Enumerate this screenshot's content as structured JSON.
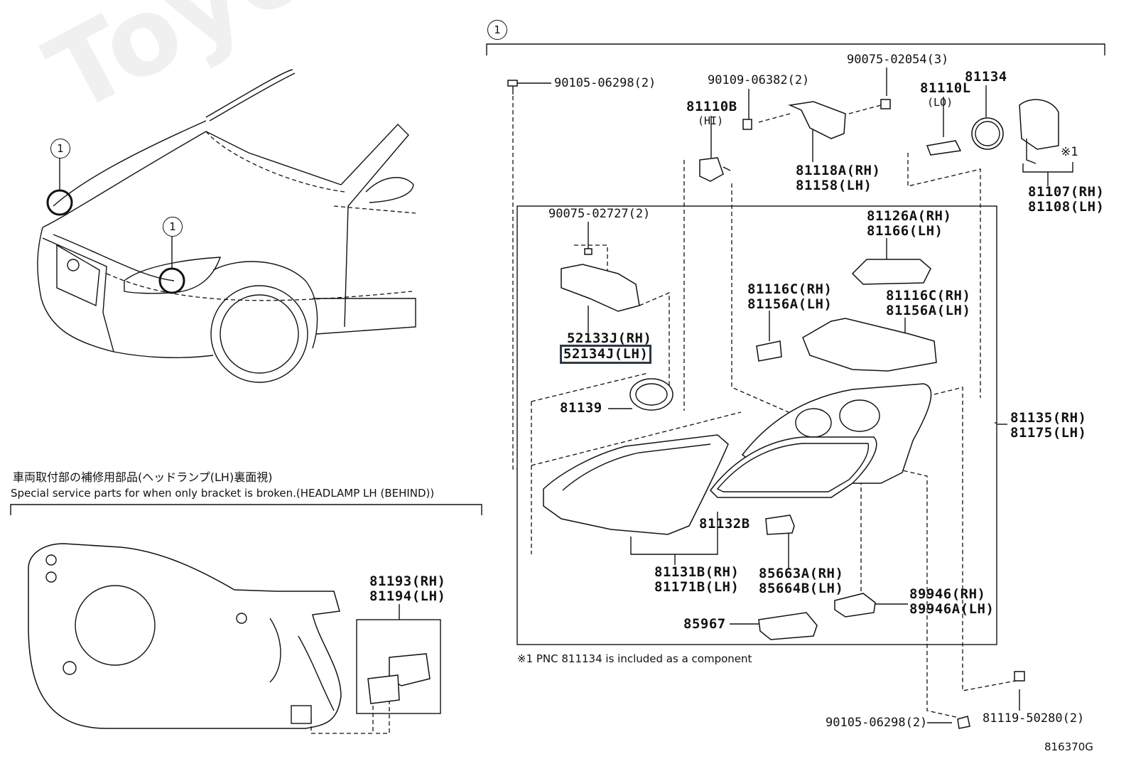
{
  "watermark": "ToyotaCanMine",
  "callout_number": "1",
  "diagram_code": "816370G",
  "note": "※1 PNC 811134 is included as a component",
  "note_mark": "※1",
  "special_section": {
    "title_jp": "車両取付部の補修用部品(ヘッドランプ(LH)裏面視)",
    "title_en": "Special service parts for when only bracket is broken.(HEADLAMP LH (BEHIND))"
  },
  "parts": {
    "p9010506298_top": "90105-06298(2)",
    "p9010906382": "90109-06382(2)",
    "p9007502054": "90075-02054(3)",
    "p81110B": "81110B",
    "p81110B_sub": "(HI)",
    "p81110L": "81110L",
    "p81110L_sub": "(LO)",
    "p81134": "81134",
    "p81118A": "81118A(RH)",
    "p81158": "81158(LH)",
    "p81107": "81107(RH)",
    "p81108": "81108(LH)",
    "p9007502727": "90075-02727(2)",
    "p81126A": "81126A(RH)",
    "p81166": "81166(LH)",
    "p81116C_a": "81116C(RH)",
    "p81156A_a": "81156A(LH)",
    "p81116C_b": "81116C(RH)",
    "p81156A_b": "81156A(LH)",
    "p52133J": "52133J(RH)",
    "p52134J": "52134J(LH)",
    "p81139": "81139",
    "p81135": "81135(RH)",
    "p81175": "81175(LH)",
    "p81132B": "81132B",
    "p81131B": "81131B(RH)",
    "p81171B": "81171B(LH)",
    "p85663A": "85663A(RH)",
    "p85664B": "85664B(LH)",
    "p89946": "89946(RH)",
    "p89946A": "89946A(LH)",
    "p85967": "85967",
    "p9010506298_bot": "90105-06298(2)",
    "p8111950280": "81119-50280(2)",
    "p81193": "81193(RH)",
    "p81194": "81194(LH)"
  }
}
